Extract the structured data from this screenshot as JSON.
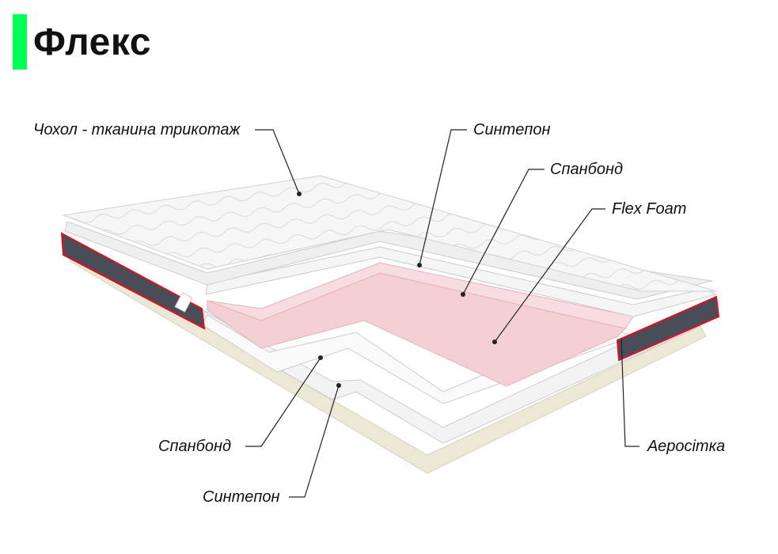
{
  "title": "Флекс",
  "colors": {
    "accent": "#00ff55",
    "foam": "#f4cfd3",
    "base": "#ede8d6",
    "edge": "#4a4d57",
    "stripe": "#e01020"
  },
  "labels": {
    "cover": "Чохол - тканина трикотаж",
    "sintepon_top": "Синтепон",
    "spanbond_top": "Спанбонд",
    "flex_foam": "Flex Foam",
    "spanbond_bottom": "Спанбонд",
    "sintepon_bottom": "Синтепон",
    "aeromesh": "Аеросітка"
  }
}
